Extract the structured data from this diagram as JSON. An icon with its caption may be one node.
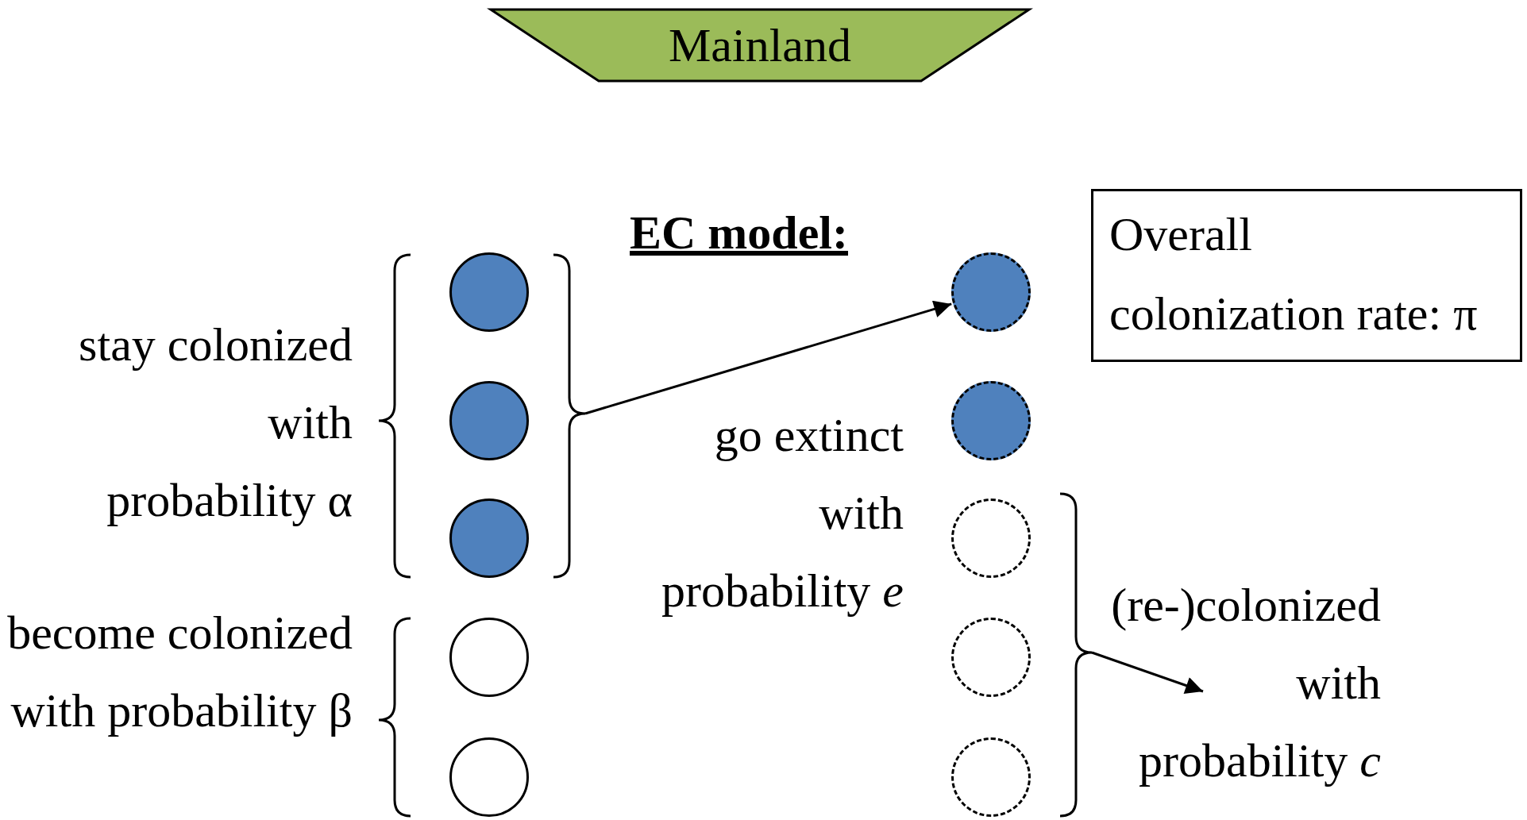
{
  "diagram": {
    "nodes": [
      {
        "text": [
          "Mainland"
        ]
      },
      {
        "text": [
          "Overall colonization rate: π"
        ]
      },
      {
        "text": [
          "stay colonized with probability α"
        ]
      },
      {
        "text": [],
        "shape": "brace"
      },
      {
        "text": [],
        "shape": "circle"
      },
      {
        "text": [],
        "shape": "circle"
      },
      {
        "text": [],
        "shape": "circle"
      },
      {
        "text": [],
        "shape": "brace"
      },
      {
        "text": [
          "become colonized with probability β"
        ]
      },
      {
        "text": [],
        "shape": "brace"
      },
      {
        "text": [],
        "shape": "circle"
      },
      {
        "text": [],
        "shape": "circle"
      },
      {
        "text": [],
        "shape": "circle"
      },
      {
        "text": [],
        "shape": "circle"
      },
      {
        "text": [
          "go extinct with probability *e*"
        ]
      },
      {
        "text": [],
        "shape": "circle"
      },
      {
        "text": [],
        "shape": "circle"
      },
      {
        "text": [],
        "shape": "circle"
      },
      {
        "text": [],
        "shape": "brace"
      },
      {
        "text": [
          "(re-)colonized with probability *c*"
        ]
      }
    ],
    "edges": [
      {
        "from": 7,
        "to": 12,
        "arrow": "to"
      },
      {
        "from": 18,
        "to": 19,
        "arrow": "to"
      }
    ],
    "labels": [
      "EC model:"
    ]
  }
}
